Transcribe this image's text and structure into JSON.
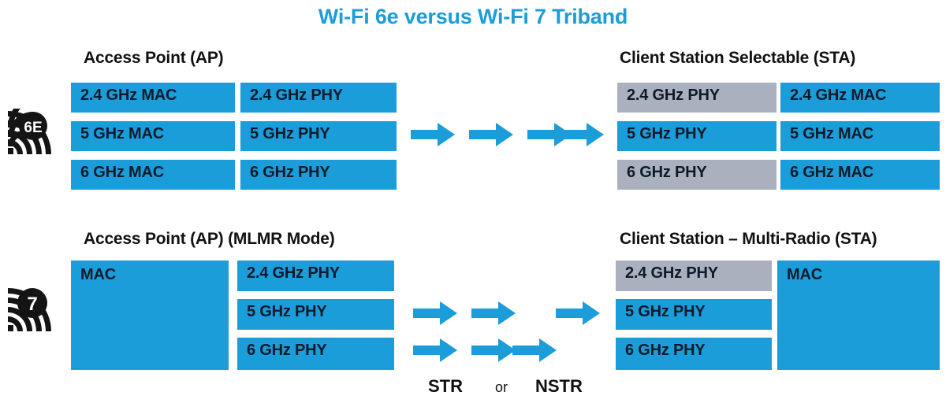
{
  "title": "Wi-Fi 6e versus Wi-Fi 7 Triband",
  "theme": {
    "blue": "#1B9DD9",
    "gray": "#AAB0BD",
    "title_blue": "#1B9DD9",
    "text_dark": "#0D1A2B",
    "background": "#FFFFFF"
  },
  "sections": {
    "wifi6e": {
      "badge_label": "6E",
      "badge_icon": "wifi-6e-logo-icon",
      "ap": {
        "heading": "Access Point (AP)",
        "mac_column": [
          {
            "label": "2.4 GHz MAC",
            "state": "active"
          },
          {
            "label": "5 GHz MAC",
            "state": "active"
          },
          {
            "label": "6 GHz MAC",
            "state": "active"
          }
        ],
        "phy_column": [
          {
            "label": "2.4 GHz PHY",
            "state": "active"
          },
          {
            "label": "5 GHz PHY",
            "state": "active"
          },
          {
            "label": "6 GHz PHY",
            "state": "active"
          }
        ]
      },
      "link_arrows": {
        "count": 4,
        "icon": "right-arrow-icon"
      },
      "sta": {
        "heading": "Client Station Selectable (STA)",
        "phy_column": [
          {
            "label": "2.4 GHz PHY",
            "state": "inactive"
          },
          {
            "label": "5 GHz PHY",
            "state": "active"
          },
          {
            "label": "6 GHz PHY",
            "state": "inactive"
          }
        ],
        "mac_column": [
          {
            "label": "2.4 GHz MAC",
            "state": "active"
          },
          {
            "label": "5 GHz MAC",
            "state": "active"
          },
          {
            "label": "6 GHz MAC",
            "state": "active"
          }
        ]
      }
    },
    "wifi7": {
      "badge_label": "7",
      "badge_icon": "wifi-7-logo-icon",
      "ap": {
        "heading": "Access Point (AP) (MLMR Mode)",
        "mac_block": {
          "label": "MAC",
          "state": "active"
        },
        "phy_column": [
          {
            "label": "2.4 GHz PHY",
            "state": "active"
          },
          {
            "label": "5 GHz PHY",
            "state": "active"
          },
          {
            "label": "6 GHz PHY",
            "state": "active"
          }
        ]
      },
      "link_arrows": {
        "icon": "right-arrow-icon",
        "row_upper_count": 2,
        "row_upper_trailing_count": 1,
        "row_lower_count": 3
      },
      "captions": {
        "str": "STR",
        "or": "or",
        "nstr": "NSTR"
      },
      "sta": {
        "heading": "Client Station – Multi-Radio (STA)",
        "phy_column": [
          {
            "label": "2.4 GHz PHY",
            "state": "inactive"
          },
          {
            "label": "5 GHz PHY",
            "state": "active"
          },
          {
            "label": "6 GHz PHY",
            "state": "active"
          }
        ],
        "mac_block": {
          "label": "MAC",
          "state": "active"
        }
      }
    }
  }
}
